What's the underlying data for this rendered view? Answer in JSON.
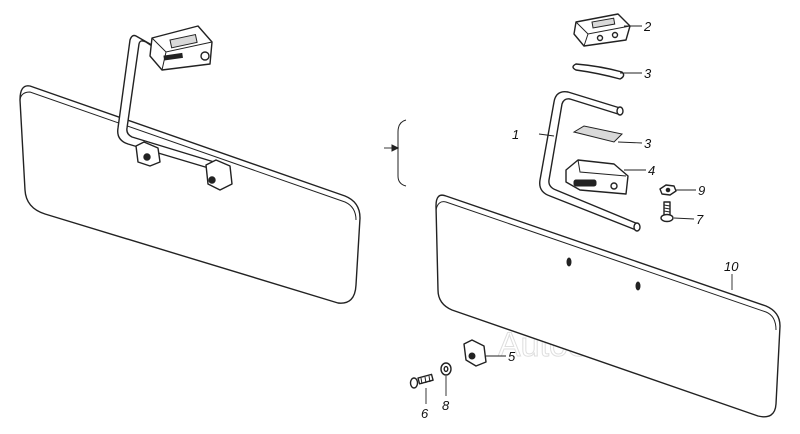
{
  "diagram": {
    "watermark": "AutoSoft",
    "callouts": [
      {
        "id": "1",
        "label": "1"
      },
      {
        "id": "2",
        "label": "2"
      },
      {
        "id": "3a",
        "label": "3"
      },
      {
        "id": "3b",
        "label": "3"
      },
      {
        "id": "4",
        "label": "4"
      },
      {
        "id": "5",
        "label": "5"
      },
      {
        "id": "6",
        "label": "6"
      },
      {
        "id": "7",
        "label": "7"
      },
      {
        "id": "8",
        "label": "8"
      },
      {
        "id": "9",
        "label": "9"
      },
      {
        "id": "10",
        "label": "10"
      }
    ]
  }
}
